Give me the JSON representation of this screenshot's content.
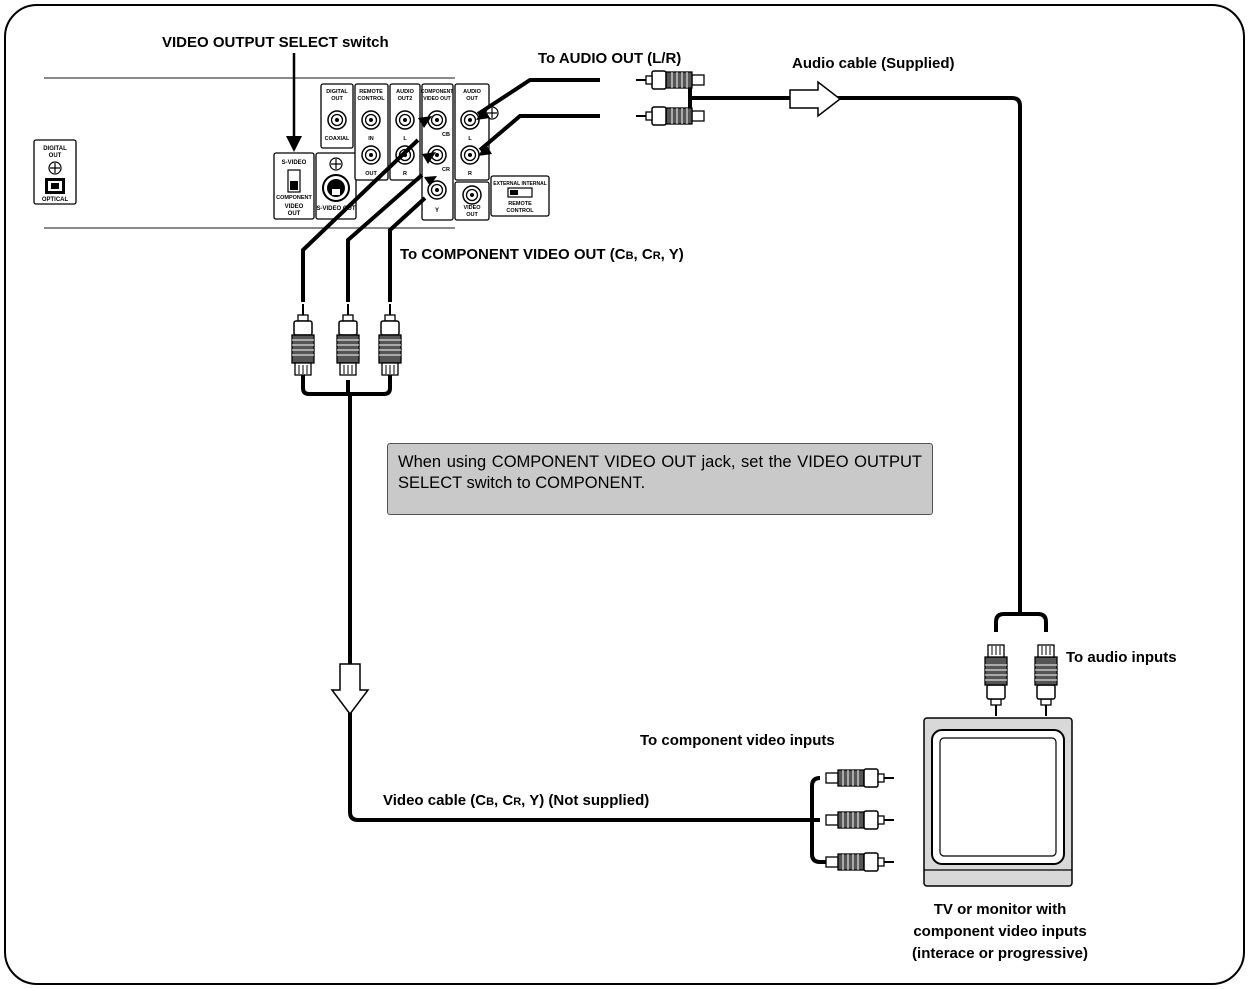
{
  "labels": {
    "video_output_select": "VIDEO OUTPUT SELECT switch",
    "to_audio_out": "To AUDIO OUT (L/R)",
    "audio_cable": "Audio cable (Supplied)",
    "to_component_prefix": "To COMPONENT VIDEO OUT (C",
    "to_component_b": "B",
    "to_component_mid": ", C",
    "to_component_r": "R",
    "to_component_suffix": ", Y)",
    "to_audio_inputs": "To audio inputs",
    "to_component_inputs": "To component video inputs",
    "video_cable_prefix": "Video cable (C",
    "video_cable_b": "B",
    "video_cable_mid": ", C",
    "video_cable_r": "R",
    "video_cable_suffix": ", Y) (Not supplied)",
    "tv_line1": "TV or monitor with",
    "tv_line2": "component video inputs",
    "tv_line3": "(interace or progressive)"
  },
  "note": "When using COMPONENT VIDEO OUT jack, set the VIDEO OUTPUT SELECT switch to COMPONENT.",
  "panel": {
    "digital_out_left": [
      "DIGITAL",
      "OUT"
    ],
    "optical": "OPTICAL",
    "s_video": "S-VIDEO",
    "component": "COMPONENT",
    "video_out": [
      "VIDEO",
      "OUT"
    ],
    "s_video_out": "S-VIDEO OUT",
    "digital_out": [
      "DIGITAL",
      "OUT"
    ],
    "coaxial": "COAXIAL",
    "remote_control": [
      "REMOTE",
      "CONTROL"
    ],
    "in": "IN",
    "out": "OUT",
    "audio_out2": [
      "AUDIO",
      "OUT2"
    ],
    "l": "L",
    "r": "R",
    "component_video_out": [
      "COMPONENT",
      "VIDEO OUT"
    ],
    "cb": "CB",
    "cr": "CR",
    "y": "Y",
    "audio_out": [
      "AUDIO",
      "OUT"
    ],
    "video_out2": [
      "VIDEO",
      "OUT"
    ],
    "external_internal": "EXTERNAL INTERNAL",
    "remote_control2": [
      "REMOTE",
      "CONTROL"
    ]
  }
}
